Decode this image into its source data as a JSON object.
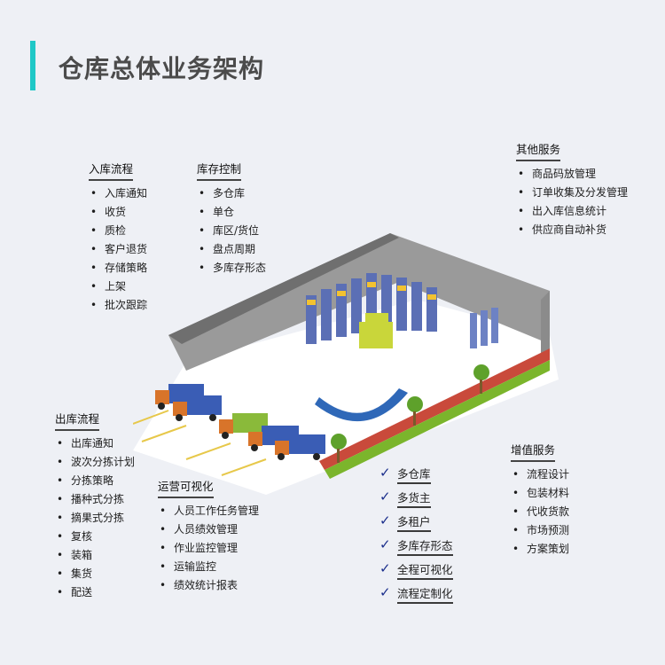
{
  "title": "仓库总体业务架构",
  "colors": {
    "accent": "#1fc8c7",
    "check": "#1b2f8c"
  },
  "inbound": {
    "heading": "入库流程",
    "items": [
      "入库通知",
      "收货",
      "质检",
      "客户退货",
      "存储策略",
      "上架",
      "批次跟踪"
    ]
  },
  "inventory": {
    "heading": "库存控制",
    "items": [
      "多仓库",
      "单仓",
      "库区/货位",
      "盘点周期",
      "多库存形态"
    ]
  },
  "other_services": {
    "heading": "其他服务",
    "items": [
      "商品码放管理",
      "订单收集及分发管理",
      "出入库信息统计",
      "供应商自动补货"
    ]
  },
  "outbound": {
    "heading": "出库流程",
    "items": [
      "出库通知",
      "波次分拣计划",
      "分拣策略",
      "播种式分拣",
      "摘果式分拣",
      "复核",
      "装箱",
      "集货",
      "配送"
    ]
  },
  "operations": {
    "heading": "运营可视化",
    "items": [
      "人员工作任务管理",
      "人员绩效管理",
      "作业监控管理",
      "运输监控",
      "绩效统计报表"
    ]
  },
  "features": {
    "icon": "check-icon",
    "items": [
      "多仓库",
      "多货主",
      "多租户",
      "多库存形态",
      "全程可视化",
      "流程定制化"
    ]
  },
  "value_added": {
    "heading": "增值服务",
    "items": [
      "流程设计",
      "包装材料",
      "代收货款",
      "市场预测",
      "方案策划"
    ]
  }
}
